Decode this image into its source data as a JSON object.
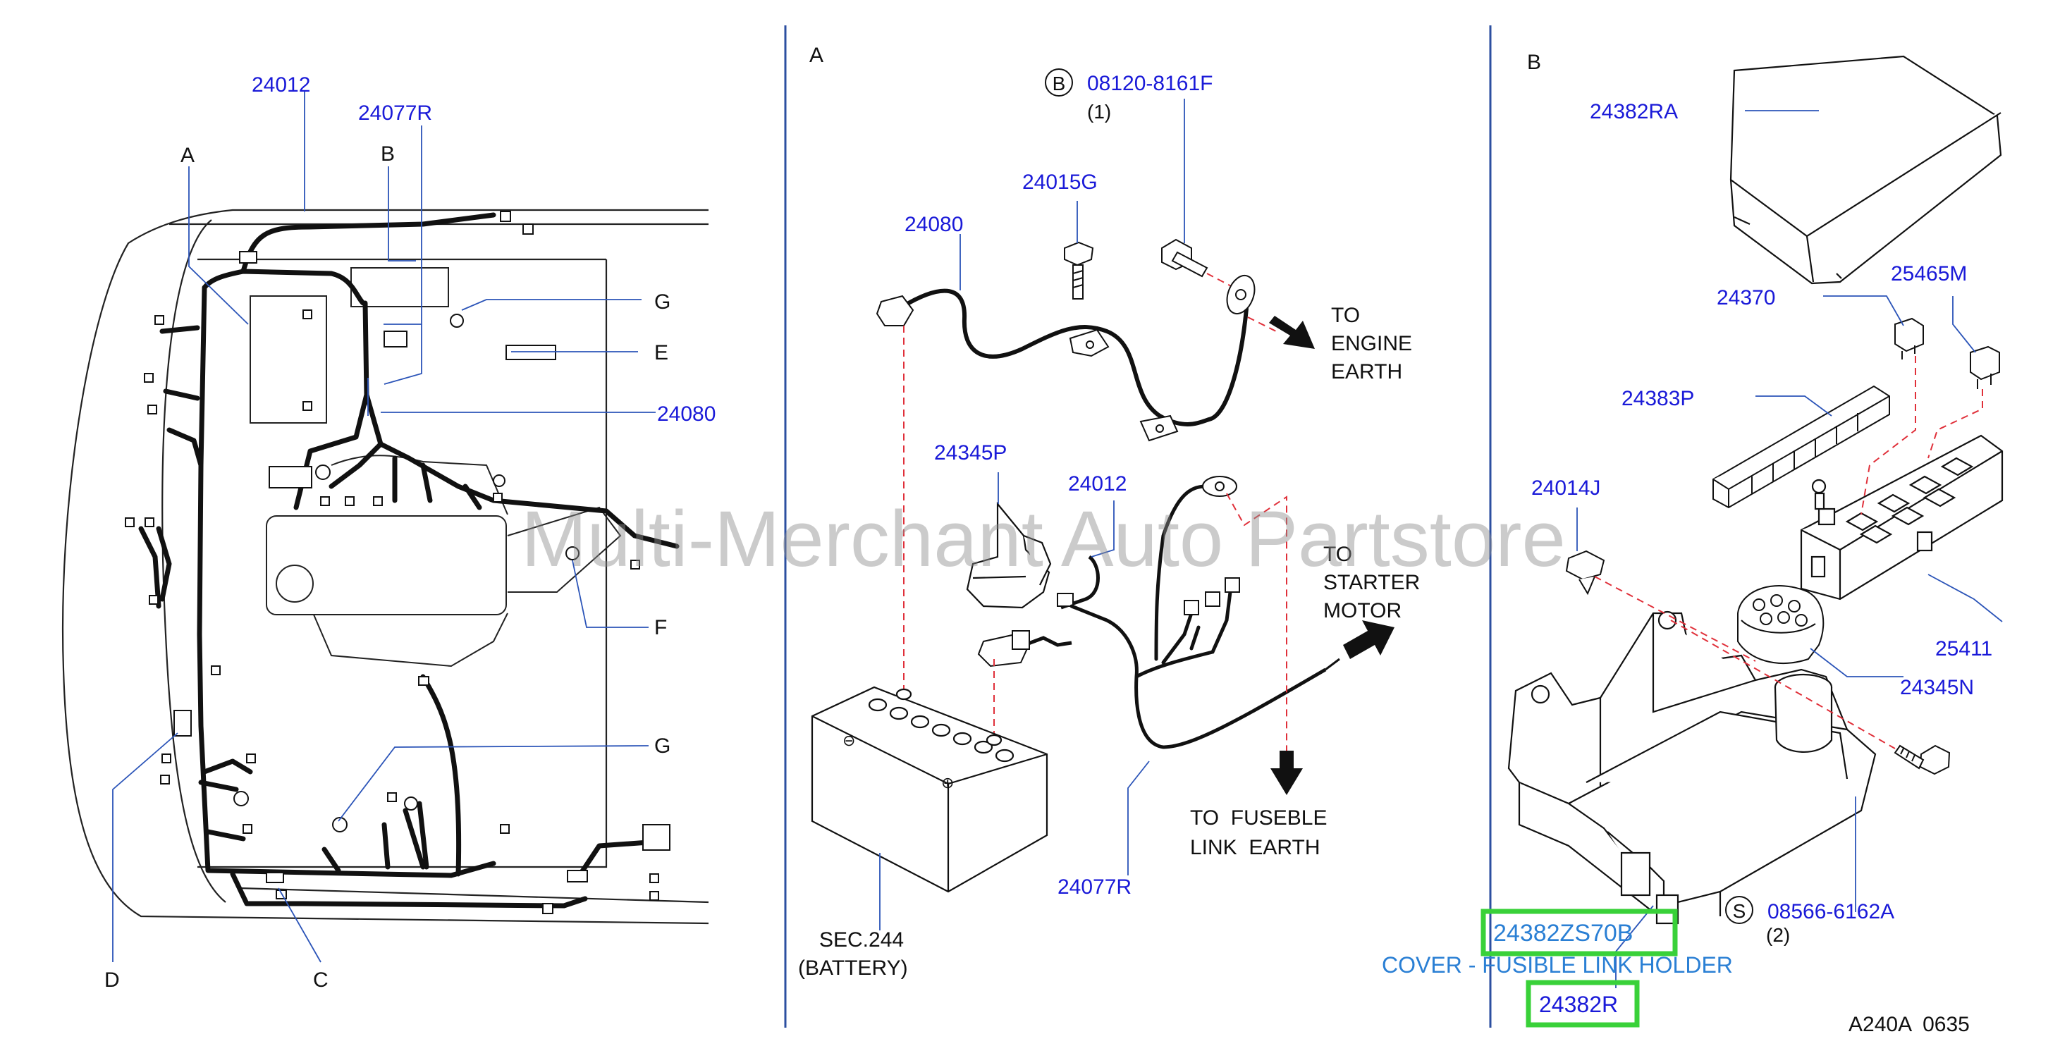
{
  "watermark": "Multi-Merchant Auto Partstore",
  "figure_code": "A240A  0635",
  "colors": {
    "link": "#1a1ad8",
    "label": "#111111",
    "highlight": "#39d139",
    "divider": "#2c4fa0",
    "leader": "#2b54b8",
    "dashed": "#e0303a",
    "cover_text": "#2a7fd4"
  },
  "left": {
    "letters": [
      "A",
      "B",
      "G",
      "E",
      "F",
      "G",
      "D",
      "C"
    ],
    "parts": [
      "24012",
      "24077R",
      "24080"
    ]
  },
  "middle": {
    "section_letter": "A",
    "bolt_letter": "B",
    "bolt_part": "08120-8161F",
    "bolt_qty": "(1)",
    "parts": [
      "24015G",
      "24080",
      "24345P",
      "24012",
      "24077R"
    ],
    "engine_earth": [
      "TO",
      "ENGINE",
      "EARTH"
    ],
    "starter_motor": [
      "TO",
      "STARTER",
      "MOTOR"
    ],
    "fusible_link_earth": [
      "TO  FUSEBLE",
      "LINK  EARTH"
    ],
    "battery": [
      "SEC.244",
      "(BATTERY)"
    ]
  },
  "right": {
    "section_letter": "B",
    "parts": [
      "24382RA",
      "24370",
      "25465M",
      "24383P",
      "24014J",
      "25411",
      "24345N"
    ],
    "screw_letter": "S",
    "screw_part": "08566-6162A",
    "screw_qty": "(2)",
    "highlighted_part": "24382ZS70B",
    "cover_label": "COVER - FUSIBLE LINK HOLDER",
    "bottom_part": "24382R"
  }
}
